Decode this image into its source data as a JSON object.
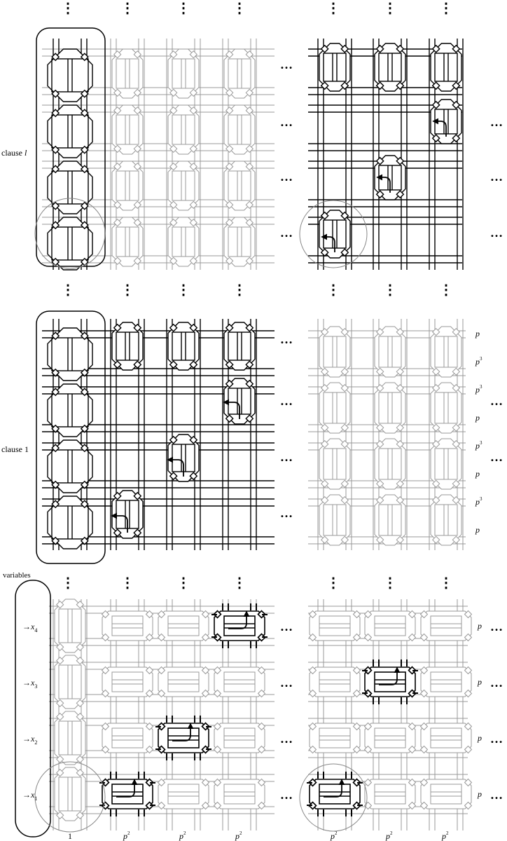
{
  "labels": {
    "clause_l": "clause ",
    "clause_l_var": "l",
    "clause_1": "clause 1",
    "variables": "variables",
    "arrow": "→",
    "x": "x",
    "var_subscripts": [
      "4",
      "3",
      "2",
      "1"
    ],
    "col_one": "1",
    "p": "p",
    "exp2": "2",
    "exp3": "3",
    "ellipsis": "…",
    "vdots": "⋮"
  },
  "right_exponents_clause1": [
    "",
    "3",
    "3",
    "",
    "3",
    "",
    "3",
    ""
  ],
  "highlighted_variable_gadgets": [
    {
      "column": "x1",
      "row": "x1"
    },
    {
      "column": "x2",
      "row": "x2"
    },
    {
      "column": "x3",
      "row": "x4"
    },
    {
      "column": "right-2",
      "row": "x3"
    },
    {
      "column": "right-1",
      "row": "x1"
    }
  ],
  "colors": {
    "dark": "#000000",
    "light": "#999999",
    "circle": "#888888"
  }
}
